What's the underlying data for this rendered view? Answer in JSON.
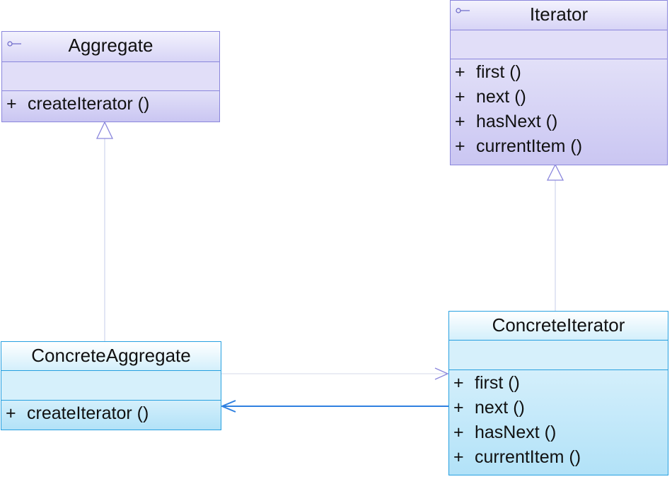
{
  "diagram": {
    "classes": [
      {
        "id": "aggregate",
        "name": "Aggregate",
        "kind": "interface",
        "operations": [
          {
            "visibility": "+",
            "signature": "createIterator ()"
          }
        ]
      },
      {
        "id": "iterator",
        "name": "Iterator",
        "kind": "interface",
        "operations": [
          {
            "visibility": "+",
            "signature": "first ()"
          },
          {
            "visibility": "+",
            "signature": "next ()"
          },
          {
            "visibility": "+",
            "signature": "hasNext ()"
          },
          {
            "visibility": "+",
            "signature": "currentItem ()"
          }
        ]
      },
      {
        "id": "concrete_aggregate",
        "name": "ConcreteAggregate",
        "kind": "class",
        "operations": [
          {
            "visibility": "+",
            "signature": "createIterator ()"
          }
        ]
      },
      {
        "id": "concrete_iterator",
        "name": "ConcreteIterator",
        "kind": "class",
        "operations": [
          {
            "visibility": "+",
            "signature": "first ()"
          },
          {
            "visibility": "+",
            "signature": "next ()"
          },
          {
            "visibility": "+",
            "signature": "hasNext ()"
          },
          {
            "visibility": "+",
            "signature": "currentItem ()"
          }
        ]
      }
    ],
    "relationships": [
      {
        "type": "realization",
        "from": "concrete_aggregate",
        "to": "aggregate"
      },
      {
        "type": "realization",
        "from": "concrete_iterator",
        "to": "iterator"
      },
      {
        "type": "dependency",
        "from": "concrete_aggregate",
        "to": "concrete_iterator"
      },
      {
        "type": "association",
        "from": "concrete_iterator",
        "to": "concrete_aggregate"
      }
    ],
    "colors": {
      "interface_border": "#8a86dc",
      "class_border": "#27a0e0",
      "association_line": "#2f80e0",
      "faint_line": "#cfd4ec"
    }
  }
}
